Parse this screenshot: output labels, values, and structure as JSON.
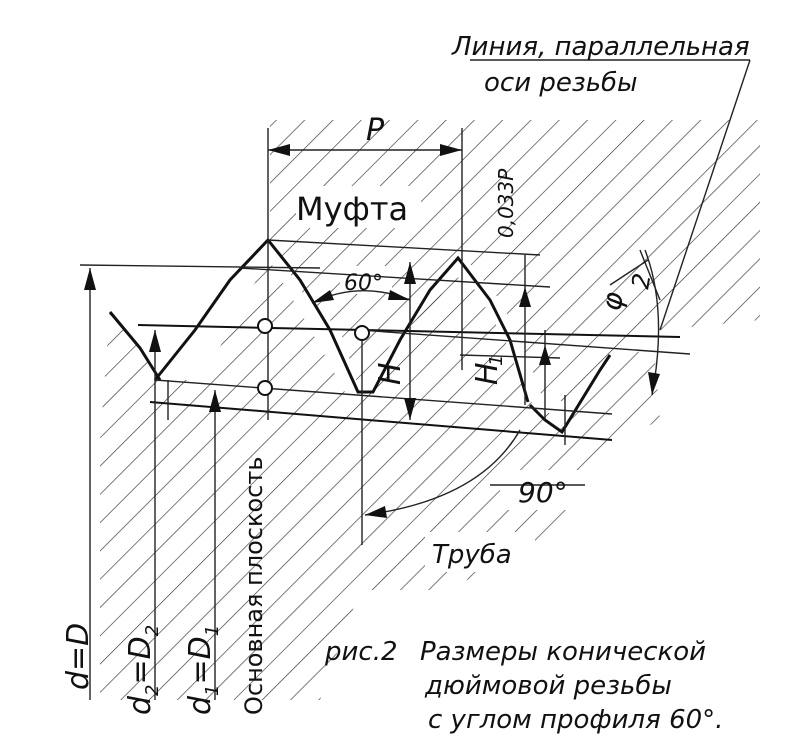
{
  "labels": {
    "line_parallel_1": "Линия, параллельная",
    "line_parallel_2": "оси резьбы",
    "pitch": "P",
    "coupling": "Муфта",
    "taper": "0,033P",
    "angle_60": "60°",
    "phi": "φ",
    "phi_den": "2",
    "h": "H",
    "h1": "H",
    "h1_sub": "1",
    "angle_90": "90°",
    "pipe": "Труба",
    "d_main": "d=D",
    "d2": "d",
    "d2_sub": "2",
    "d2_eq": "=D",
    "d2_eq_sub": "2",
    "d1": "d",
    "d1_sub": "1",
    "d1_eq": "=D",
    "d1_eq_sub": "1",
    "base_plane": "Основная плоскость"
  },
  "caption": {
    "line1_prefix": "рис.2",
    "line1": "Размеры конической",
    "line2": "дюймовой резьбы",
    "line3": "с углом профиля 60°."
  },
  "colors": {
    "ink": "#111111",
    "paper": "#ffffff"
  }
}
